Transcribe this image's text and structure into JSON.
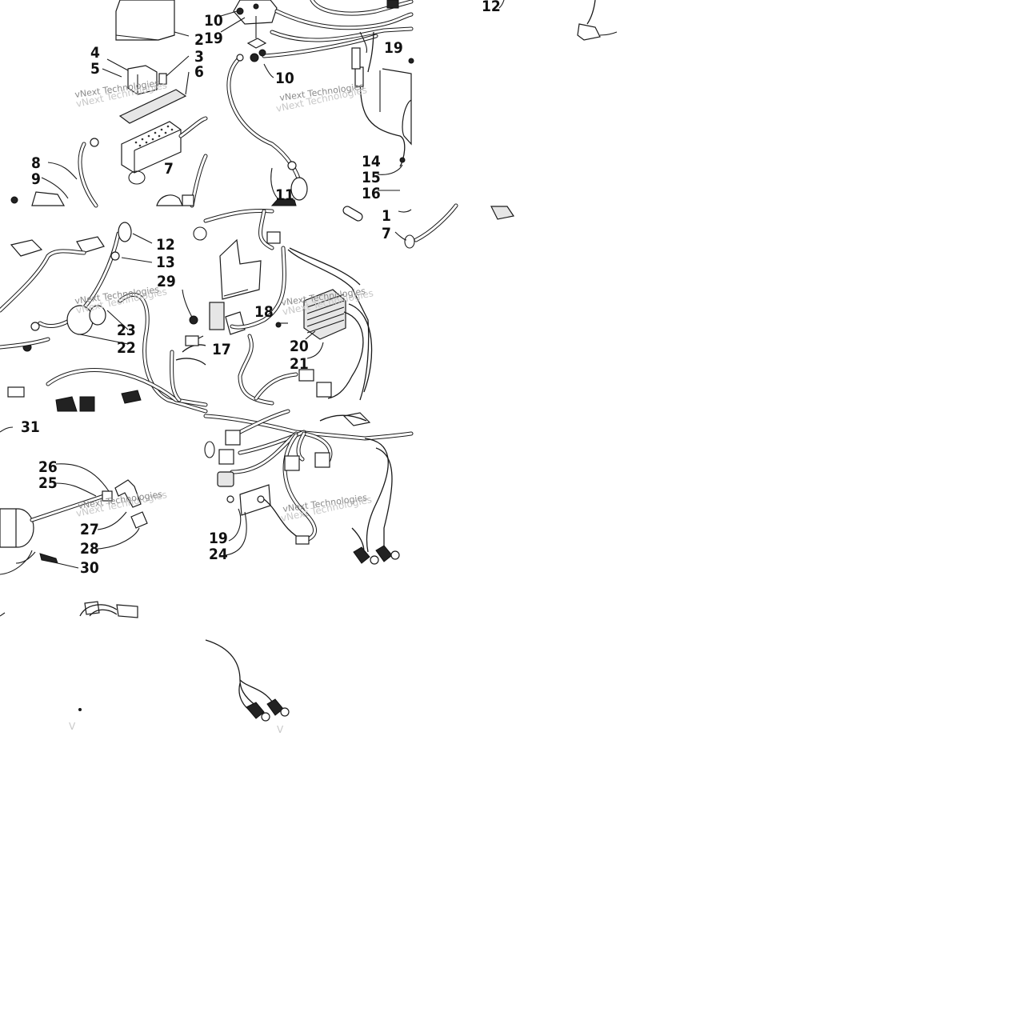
{
  "diagram": {
    "watermark": "vNext Technologies",
    "callouts": [
      "1",
      "2",
      "3",
      "4",
      "5",
      "6",
      "7",
      "8",
      "9",
      "10",
      "11",
      "12",
      "13",
      "14",
      "15",
      "16",
      "17",
      "18",
      "19",
      "20",
      "21",
      "22",
      "23",
      "24",
      "25",
      "26",
      "27",
      "28",
      "29",
      "30",
      "31"
    ]
  }
}
